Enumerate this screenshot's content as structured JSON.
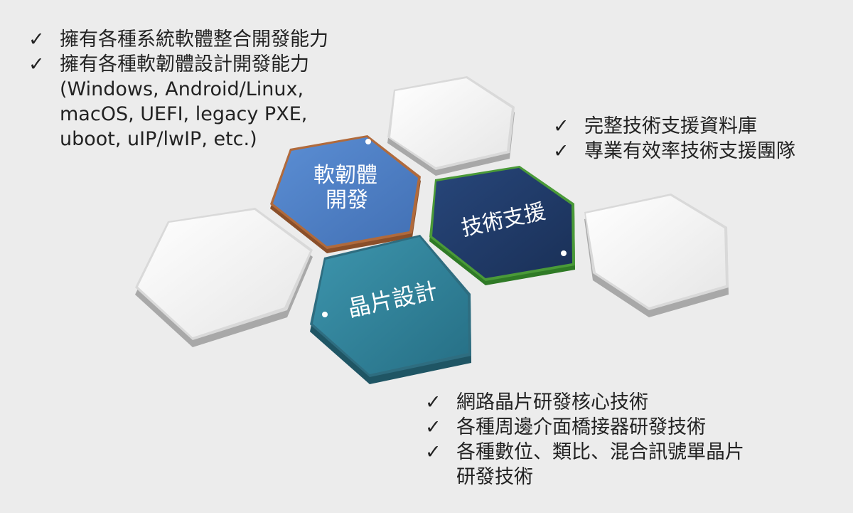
{
  "colors": {
    "background": "#ececec",
    "firmware_hex": "#4f7cbf",
    "firmware_edge": "#8a4f2a",
    "support_hex": "#1f3864",
    "support_edge": "#3d8a2e",
    "chip_hex": "#2d7f96",
    "chip_edge": "#2a5f6e",
    "blank_hex": "#f5f5f5"
  },
  "icons": {
    "checkmark": "check-icon",
    "hex_dot": "dot-icon"
  },
  "hexagons": {
    "firmware": {
      "line1": "軟韌體",
      "line2": "開發"
    },
    "support": {
      "label": "技術支援"
    },
    "chip": {
      "label": "晶片設計"
    }
  },
  "lists": {
    "left": [
      {
        "check": "✓",
        "text": "擁有各種系統軟體整合開發能力"
      },
      {
        "check": "✓",
        "text": "擁有各種軟韌體設計開發能力",
        "continuation": [
          "(Windows, Android/Linux,",
          "macOS, UEFI, legacy PXE,",
          "uboot, uIP/lwIP, etc.)"
        ]
      }
    ],
    "right": [
      {
        "check": "✓",
        "text": "完整技術支援資料庫"
      },
      {
        "check": "✓",
        "text": "專業有效率技術支援團隊"
      }
    ],
    "bottom": [
      {
        "check": "✓",
        "text": "網路晶片研發核心技術"
      },
      {
        "check": "✓",
        "text": "各種周邊介面橋接器研發技術"
      },
      {
        "check": "✓",
        "text": "各種數位、類比、混合訊號單晶片",
        "continuation": [
          "研發技術"
        ]
      }
    ]
  }
}
